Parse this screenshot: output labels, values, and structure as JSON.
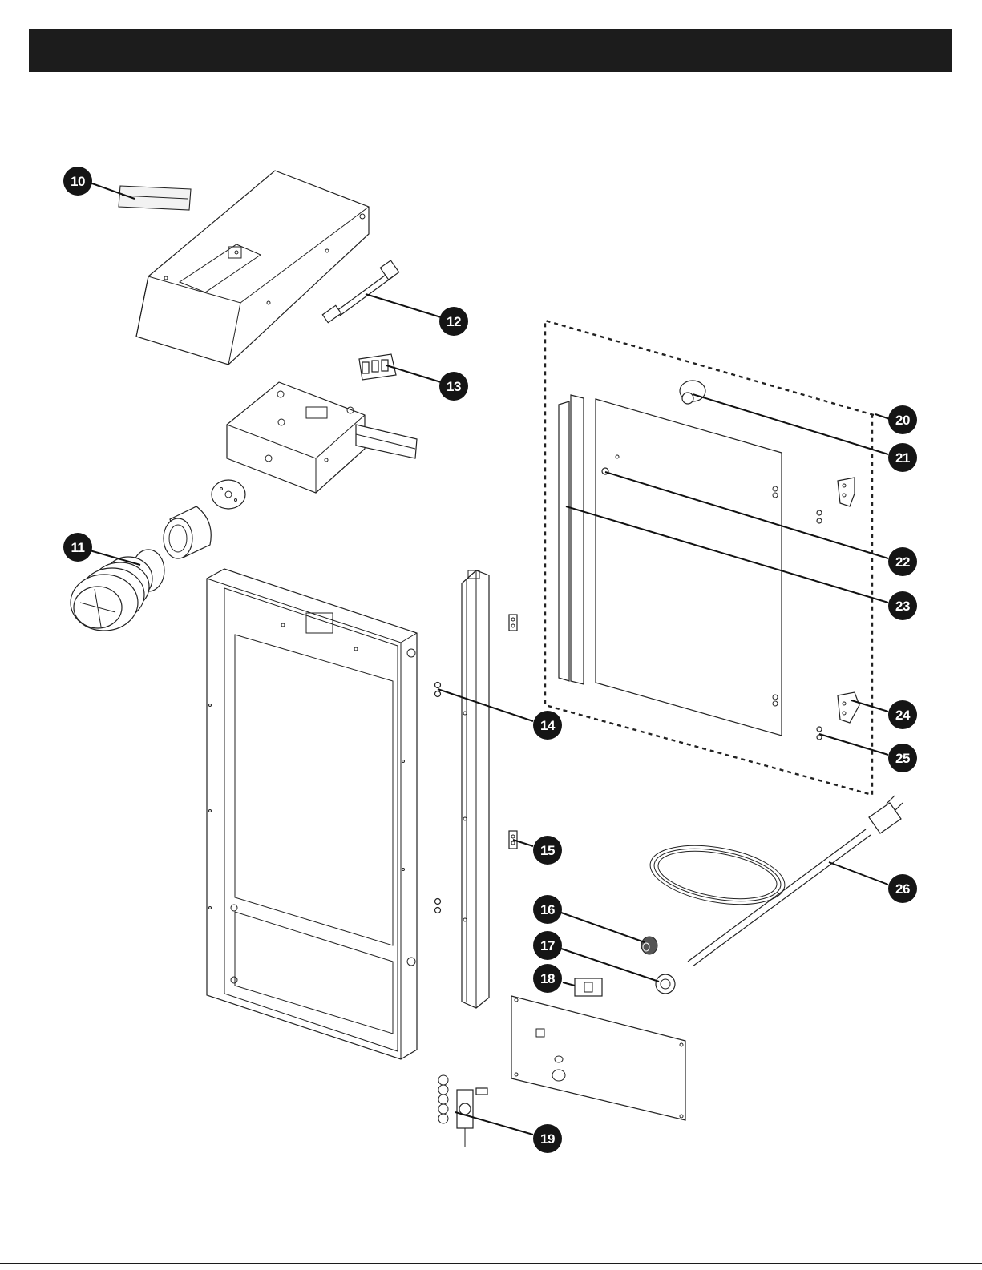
{
  "callouts": [
    {
      "id": "10",
      "label": "10"
    },
    {
      "id": "11",
      "label": "11"
    },
    {
      "id": "12",
      "label": "12"
    },
    {
      "id": "13",
      "label": "13"
    },
    {
      "id": "14",
      "label": "14"
    },
    {
      "id": "15",
      "label": "15"
    },
    {
      "id": "16",
      "label": "16"
    },
    {
      "id": "17",
      "label": "17"
    },
    {
      "id": "18",
      "label": "18"
    },
    {
      "id": "19",
      "label": "19"
    },
    {
      "id": "20",
      "label": "20"
    },
    {
      "id": "21",
      "label": "21"
    },
    {
      "id": "22",
      "label": "22"
    },
    {
      "id": "23",
      "label": "23"
    },
    {
      "id": "24",
      "label": "24"
    },
    {
      "id": "25",
      "label": "25"
    },
    {
      "id": "26",
      "label": "26"
    }
  ],
  "colors": {
    "header": "#1c1c1c",
    "callout_fill": "#151515",
    "callout_text": "#ffffff",
    "line_art": "#222222"
  }
}
